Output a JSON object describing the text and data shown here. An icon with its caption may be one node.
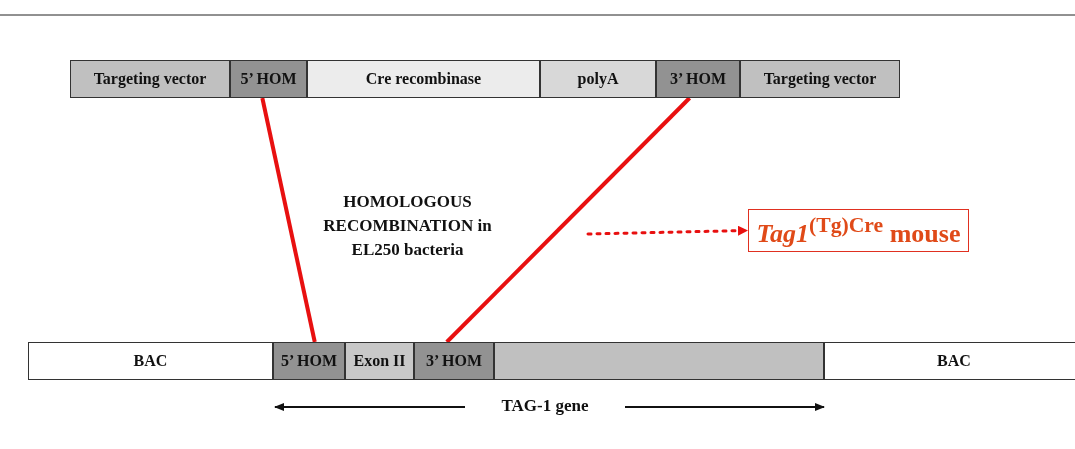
{
  "diagram": {
    "nodes": [
      {
        "text": [
          "Targeting vector"
        ]
      },
      {
        "text": [
          "5’ HOM"
        ]
      },
      {
        "text": [
          "Cre recombinase"
        ]
      },
      {
        "text": [
          "polyA"
        ]
      },
      {
        "text": [
          "3’ HOM"
        ]
      },
      {
        "text": [
          "Targeting vector"
        ]
      },
      {
        "text": [
          "BAC"
        ]
      },
      {
        "text": [
          "5’ HOM"
        ]
      },
      {
        "text": [
          "Exon II"
        ]
      },
      {
        "text": [
          "3’ HOM"
        ]
      },
      {
        "text": [],
        "shape": "box"
      },
      {
        "text": [
          "BAC"
        ]
      },
      {
        "text": [
          "*Tag1*$^{(Tg)Cre}$ mouse"
        ]
      }
    ],
    "edges": [
      {
        "from": 1,
        "to": 7,
        "arrow": "none"
      },
      {
        "from": 4,
        "to": 9,
        "arrow": "none"
      },
      {
        "from": null,
        "to": 12,
        "arrow": "to",
        "style": "dashed"
      }
    ],
    "labels": [
      "HOMOLOGOUS RECOMBINATION in EL250 bacteria",
      "TAG-1 gene"
    ]
  }
}
